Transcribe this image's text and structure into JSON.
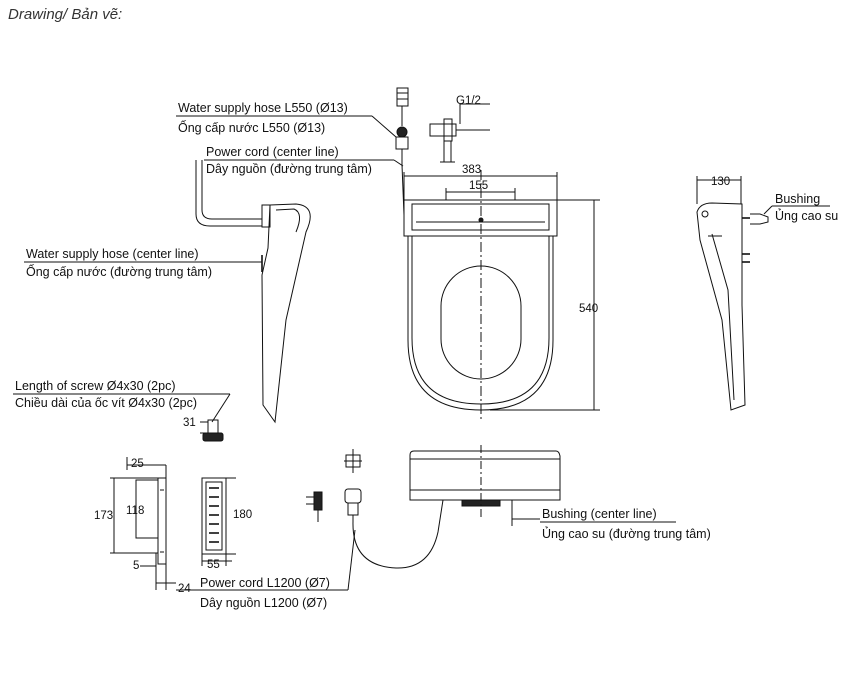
{
  "title": "Drawing/ Bản vẽ:",
  "labels": {
    "water_hose_en": "Water supply hose L550 (Ø13)",
    "water_hose_vi": "Ống cấp nước L550 (Ø13)",
    "g_thread": "G1/2",
    "power_center_en": "Power cord (center line)",
    "power_center_vi": "Dây nguồn (đường trung tâm)",
    "water_center_en": "Water supply hose (center line)",
    "water_center_vi": "Ống cấp nước (đường trung tâm)",
    "screw_en": "Length of screw Ø4x30 (2pc)",
    "screw_vi": "Chiều dài của ốc vít Ø4x30 (2pc)",
    "bushing_en": "Bushing",
    "bushing_vi": "Ủng cao su",
    "bushing_center_en": "Bushing (center line)",
    "bushing_center_vi": "Ủng cao su (đường trung tâm)",
    "power_cord_en": "Power cord L1200 (Ø7)",
    "power_cord_vi": "Dây nguồn L1200 (Ø7)"
  },
  "dims": {
    "d383": "383",
    "d155": "155",
    "d540": "540",
    "d130": "130",
    "d31": "31",
    "d25": "25",
    "d173": "173",
    "d118": "118",
    "d180": "180",
    "d55": "55",
    "d5": "5",
    "d24": "24"
  }
}
